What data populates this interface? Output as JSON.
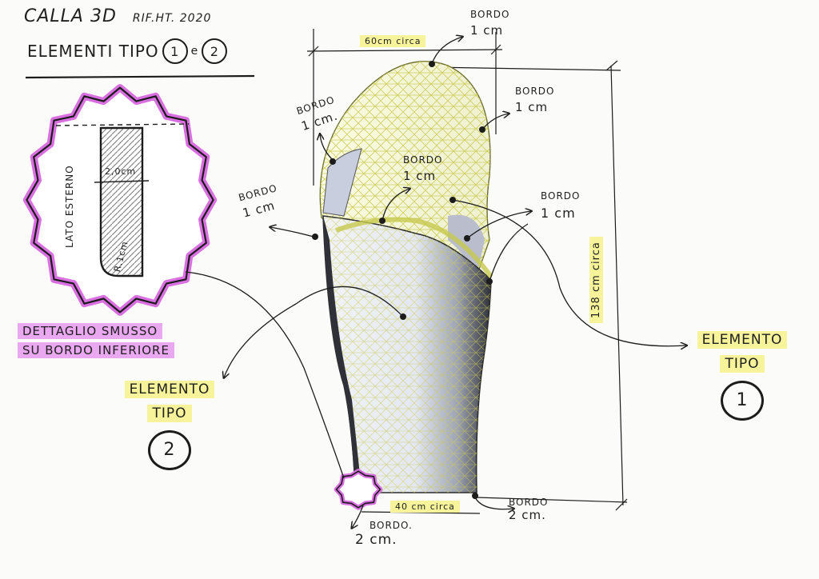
{
  "title": {
    "line1": "CALLA 3D",
    "ref": "RIF.HT. 2020",
    "line2_prefix": "ELEMENTI TIPO",
    "n1": "1",
    "connector": "e",
    "n2": "2"
  },
  "detail": {
    "side_label": "LATO ESTERNO",
    "thickness": "2,0cm",
    "radius": "R.1cm",
    "caption_line1": "DETTAGLIO SMUSSO",
    "caption_line2": "SU BORDO INFERIORE"
  },
  "element1": {
    "line1": "ELEMENTO",
    "line2": "TIPO",
    "number": "1"
  },
  "element2": {
    "line1": "ELEMENTO",
    "line2": "TIPO",
    "number": "2"
  },
  "dimensions": {
    "top_width": "60cm circa",
    "height": "138 cm circa",
    "bottom_width": "40 cm circa"
  },
  "bordo_labels": [
    {
      "word": "BORDO",
      "value": "1 cm"
    },
    {
      "word": "BORDO",
      "value": "1 cm"
    },
    {
      "word": "BORDO",
      "value": "1 cm."
    },
    {
      "word": "BORDO",
      "value": "1 cm"
    },
    {
      "word": "BORDO",
      "value": "1 cm"
    },
    {
      "word": "BORDO",
      "value": "1 cm"
    },
    {
      "word": "BORDO",
      "value": "2 cm."
    },
    {
      "word": "BORDO.",
      "value": "2 cm."
    }
  ],
  "colors": {
    "mesh": "#d7d96a",
    "shade_light": "#e9ecf5",
    "shade_dark": "#3b3d45",
    "highlight_yellow": "#f6f39b",
    "highlight_pink": "#d96fe0"
  }
}
